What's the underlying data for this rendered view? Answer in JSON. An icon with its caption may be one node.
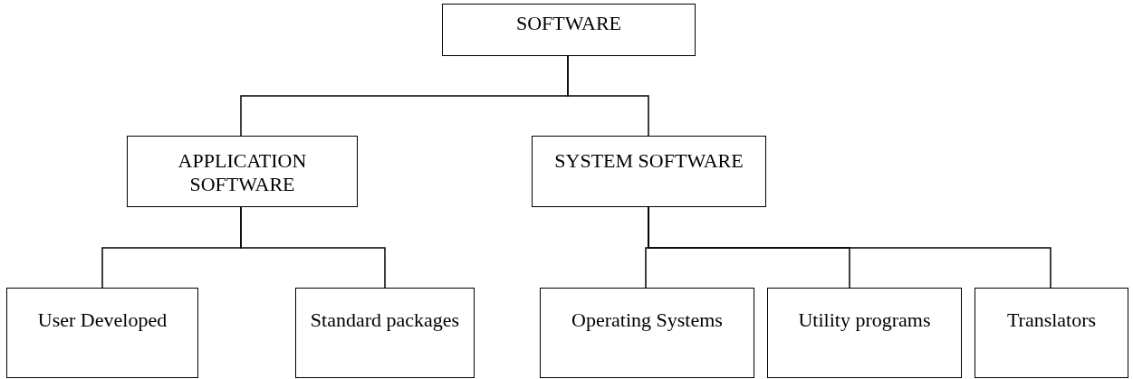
{
  "diagram": {
    "nodes": [
      {
        "text": [
          "SOFTWARE"
        ]
      },
      {
        "text": [
          "APPLICATION SOFTWARE"
        ]
      },
      {
        "text": [
          "SYSTEM SOFTWARE"
        ]
      },
      {
        "text": [
          "User Developed"
        ]
      },
      {
        "text": [
          "Standard packages"
        ]
      },
      {
        "text": [
          "Operating Systems"
        ]
      },
      {
        "text": [
          "Utility programs"
        ]
      },
      {
        "text": [
          "Translators"
        ]
      }
    ],
    "edges": [
      {
        "from": 0,
        "to": 1,
        "arrow": "none"
      },
      {
        "from": 0,
        "to": 2,
        "arrow": "none"
      },
      {
        "from": 1,
        "to": 3,
        "arrow": "none"
      },
      {
        "from": 1,
        "to": 4,
        "arrow": "none"
      },
      {
        "from": 2,
        "to": 5,
        "arrow": "none"
      },
      {
        "from": 2,
        "to": 6,
        "arrow": "none"
      },
      {
        "from": 2,
        "to": 7,
        "arrow": "none"
      }
    ]
  }
}
